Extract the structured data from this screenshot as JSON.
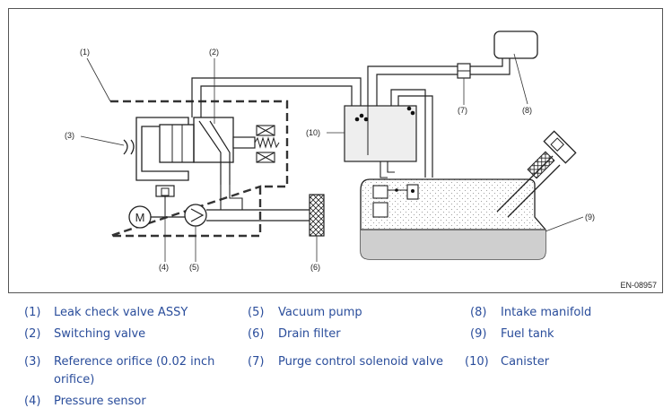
{
  "figure": {
    "reference_code": "EN-08957",
    "callouts": [
      "(1)",
      "(2)",
      "(3)",
      "(4)",
      "(5)",
      "(6)",
      "(7)",
      "(8)",
      "(9)",
      "(10)"
    ],
    "motor_symbol": "M"
  },
  "legend": [
    {
      "num": "(1)",
      "text": "Leak check valve ASSY"
    },
    {
      "num": "(2)",
      "text": "Switching valve"
    },
    {
      "num": "(3)",
      "text": "Reference orifice (0.02 inch",
      "text2": "orifice)"
    },
    {
      "num": "(4)",
      "text": "Pressure sensor"
    },
    {
      "num": "(5)",
      "text": "Vacuum pump"
    },
    {
      "num": "(6)",
      "text": "Drain filter"
    },
    {
      "num": "(7)",
      "text": "Purge control solenoid valve"
    },
    {
      "num": "(8)",
      "text": "Intake manifold"
    },
    {
      "num": "(9)",
      "text": "Fuel tank"
    },
    {
      "num": "(10)",
      "text": "Canister"
    }
  ]
}
